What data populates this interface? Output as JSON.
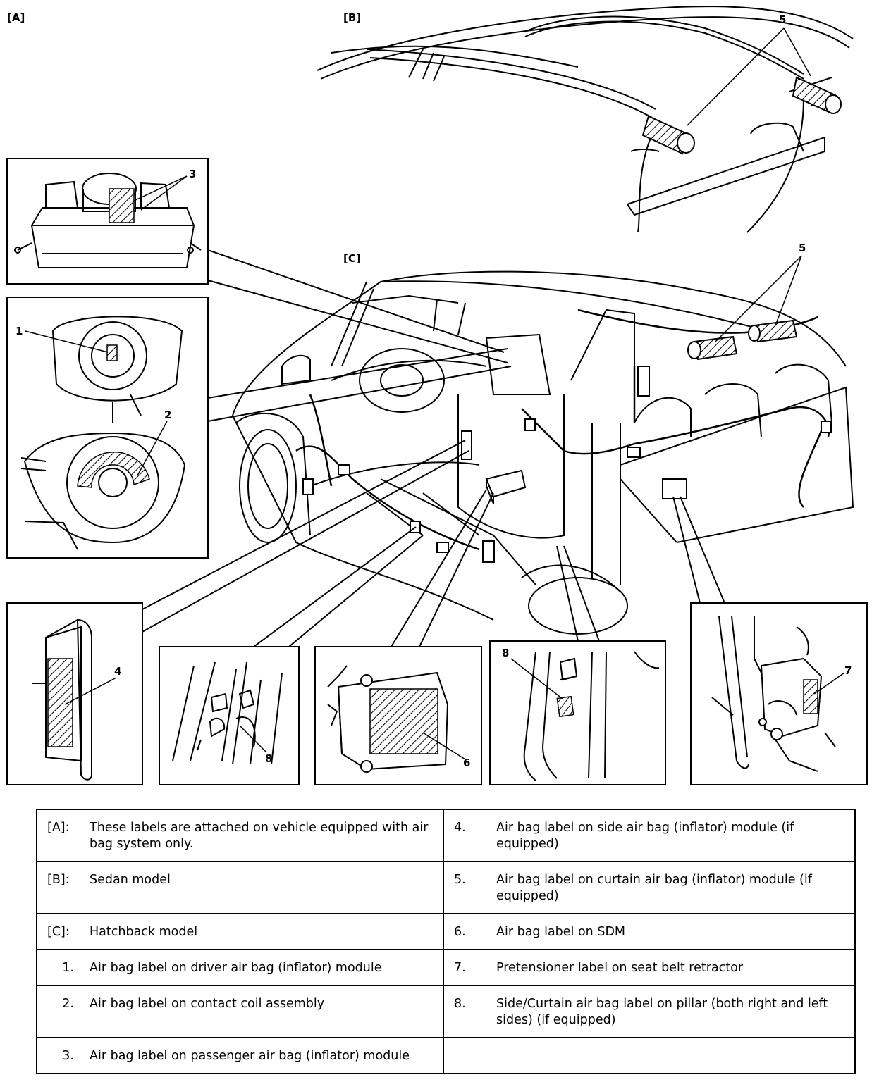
{
  "figure": {
    "panel_labels": [
      "[A]",
      "[B]",
      "[C]"
    ],
    "callouts": [
      "1",
      "2",
      "3",
      "4",
      "5",
      "6",
      "7",
      "8"
    ],
    "colors": {
      "line": "#000000",
      "background": "#ffffff"
    }
  },
  "legend": {
    "rows": [
      [
        {
          "key": "[A]:",
          "text": "These labels are attached on vehicle equipped with air bag system only."
        },
        {
          "key": "4.",
          "text": "Air bag label on side air bag (inflator) module (if equipped)"
        }
      ],
      [
        {
          "key": "[B]:",
          "text": "Sedan model"
        },
        {
          "key": "5.",
          "text": "Air bag label on curtain air bag (inflator) module (if equipped)"
        }
      ],
      [
        {
          "key": "[C]:",
          "text": "Hatchback model"
        },
        {
          "key": "6.",
          "text": "Air bag label on SDM"
        }
      ],
      [
        {
          "key": "1.",
          "text": "Air bag label on driver air bag (inflator) module"
        },
        {
          "key": "7.",
          "text": "Pretensioner label on seat belt retractor"
        }
      ],
      [
        {
          "key": "2.",
          "text": "Air bag label on contact coil assembly"
        },
        {
          "key": "8.",
          "text": "Side/Curtain air bag label on pillar (both right and left sides) (if equipped)"
        }
      ],
      [
        {
          "key": "3.",
          "text": "Air bag label on passenger air bag (inflator) module"
        },
        {
          "key": "",
          "text": ""
        }
      ]
    ]
  }
}
